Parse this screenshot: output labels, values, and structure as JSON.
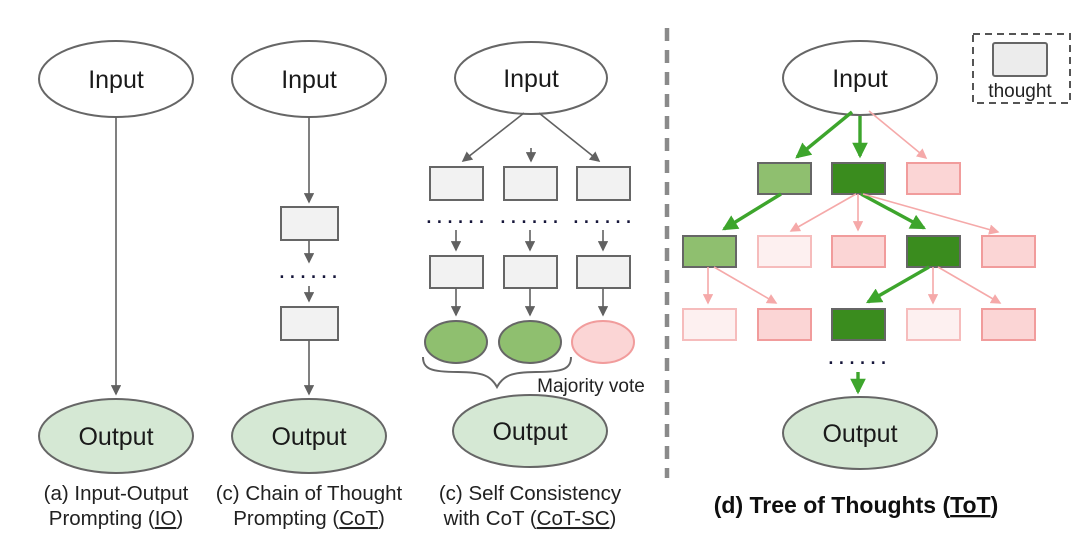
{
  "labels": {
    "input": "Input",
    "output": "Output",
    "dots": "......",
    "majority_vote": "Majority vote",
    "thought": "thought"
  },
  "captions": {
    "a": {
      "line1": "(a) Input-Output",
      "line2_prefix": "Prompting (",
      "line2_abbr": "IO",
      "line2_suffix": ")"
    },
    "b": {
      "line1": "(c) Chain of Thought",
      "line2_prefix": "Prompting (",
      "line2_abbr": "CoT",
      "line2_suffix": ")"
    },
    "c": {
      "line1": "(c) Self Consistency",
      "line2_prefix": "with CoT (",
      "line2_abbr": "CoT-SC",
      "line2_suffix": ")"
    },
    "d": {
      "prefix": "(d) Tree of Thoughts (",
      "abbr": "ToT",
      "suffix": ")"
    }
  },
  "colors": {
    "white": "#ffffff",
    "node_border_grey": "#666666",
    "box_fill_grey": "#f2f2f2",
    "legend_box_fill": "#ececec",
    "output_fill_green": "#d5e8d4",
    "state_green": "#8fbf6f",
    "state_dark_green": "#3a8c1e",
    "state_pink": "#fbd5d5",
    "state_faint_pink": "#fdf0f0",
    "pink_border": "#f19c9c",
    "arrow_grey": "#616161",
    "arrow_green": "#3da52c",
    "arrow_pink": "#f5a9a9",
    "divider_grey": "#8a8a8a"
  },
  "diagram": {
    "type": "method-comparison-figure",
    "panels": [
      {
        "id": "a",
        "name": "Input-Output Prompting (IO)",
        "structure": "Input -> Output"
      },
      {
        "id": "b",
        "name": "Chain of Thought Prompting (CoT)",
        "structure": "Input -> thought -> ... -> thought -> Output"
      },
      {
        "id": "c",
        "name": "Self Consistency with CoT (CoT-SC)",
        "structure": "Input -> 3 parallel thought chains -> majority vote -> Output",
        "chain_outcomes": [
          "green",
          "green",
          "pink"
        ]
      },
      {
        "id": "d",
        "name": "Tree of Thoughts (ToT)",
        "structure": "Input -> branching tree of thoughts -> Output",
        "rows": [
          [
            "green",
            "dark_green",
            "pink"
          ],
          [
            "green",
            "faint_pink",
            "pink",
            "dark_green",
            "pink"
          ],
          [
            "faint_pink",
            "pink",
            "dark_green",
            "faint_pink",
            "pink"
          ]
        ],
        "legend": "thought = grey box"
      }
    ]
  }
}
